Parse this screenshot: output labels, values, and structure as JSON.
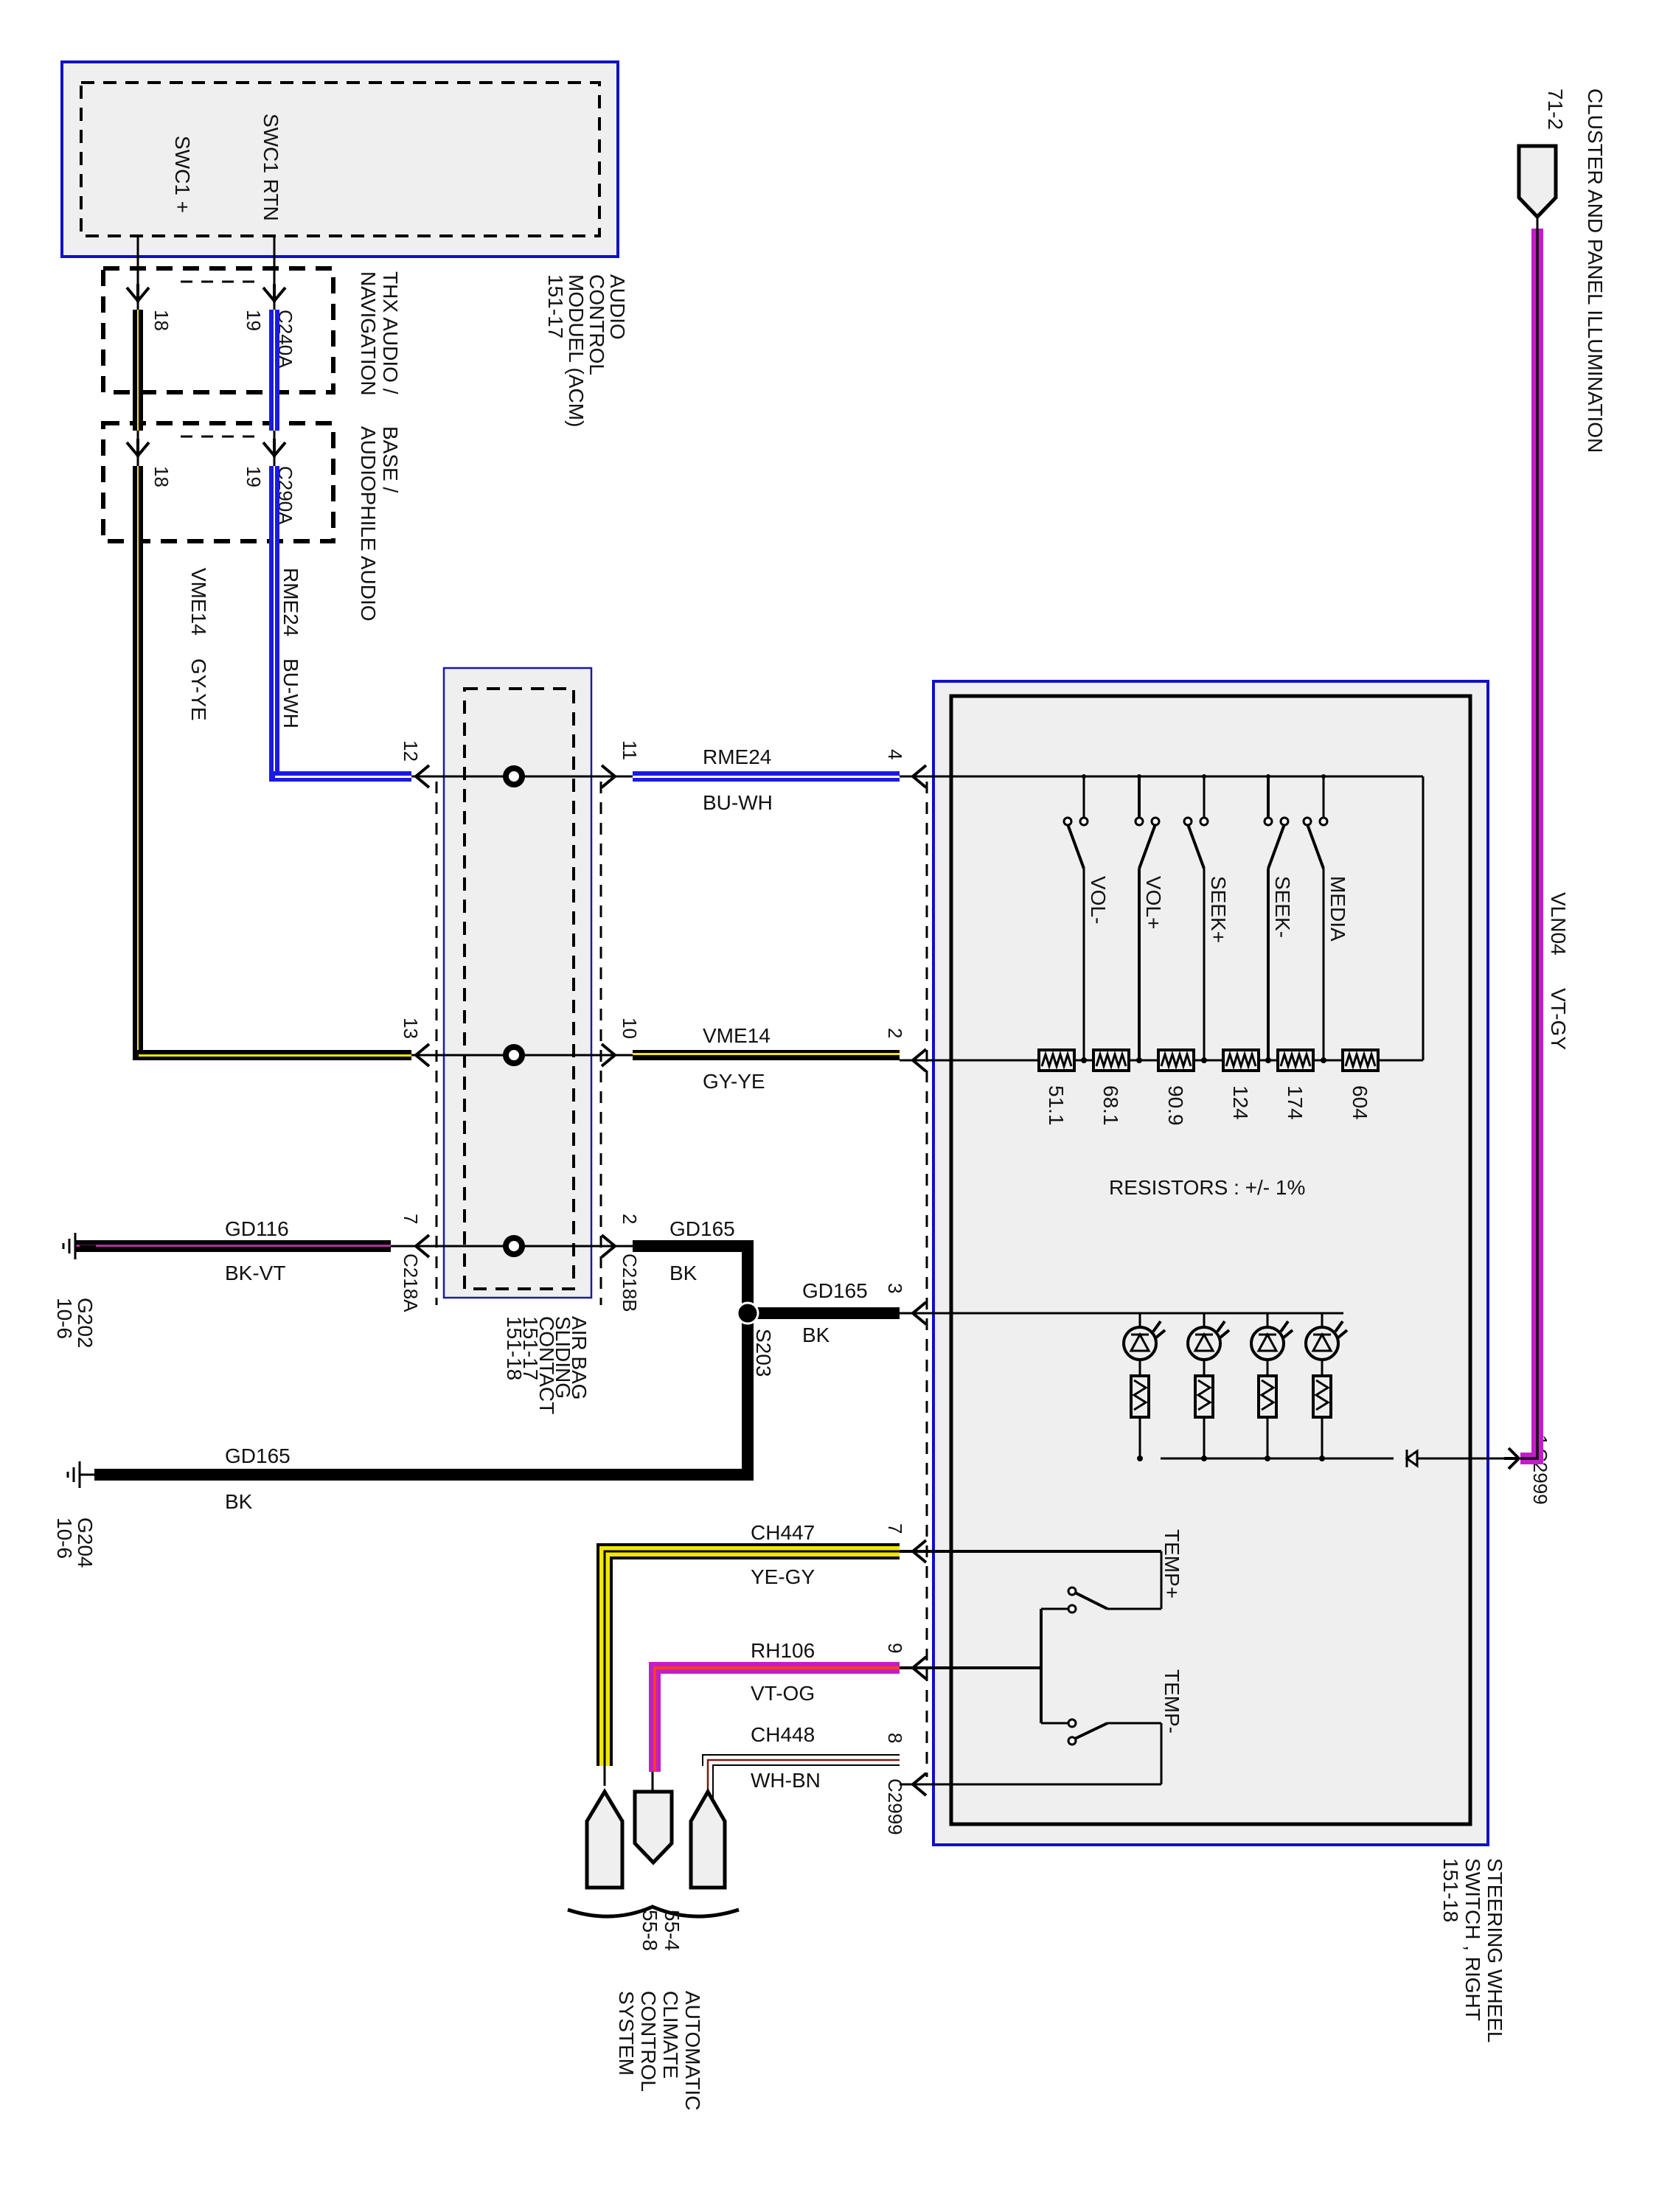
{
  "colors": {
    "module_border": "#1010c8",
    "module_fill": "#efefef",
    "wire_blue": "#1a1ae0",
    "wire_black": "#000000",
    "wire_yellow": "#f2e600",
    "wire_violet": "#c21ec8",
    "wire_magenta": "#e4168c",
    "wire_orange": "#ff3a2a",
    "wire_brown": "#7a1a10"
  },
  "acm": {
    "pin_plus": "SWC1 +",
    "pin_rtn": "SWC1 RTN",
    "title_lines": [
      "AUDIO",
      "CONTROL",
      "MODUEL (ACM)",
      "151-17"
    ]
  },
  "connector_groups": {
    "thx": {
      "lines": [
        "THX AUDIO /",
        "NAVIGATION"
      ],
      "connector": "C240A",
      "pin_a": "18",
      "pin_b": "19"
    },
    "base": {
      "lines": [
        "BASE /",
        "AUDIOPHILE AUDIO"
      ],
      "connector": "C290A",
      "pin_a": "18",
      "pin_b": "19"
    }
  },
  "vertical_wires": {
    "gyye": {
      "circuit": "VME14",
      "color": "GY-YE"
    },
    "buwh": {
      "circuit": "RME24",
      "color": "BU-WH"
    }
  },
  "airbag": {
    "title_lines": [
      "AIR BAG",
      "SLIDING",
      "CONTACT",
      "151-17",
      "151-18"
    ],
    "connector_a": "C218A",
    "connector_b": "C218B",
    "pins": {
      "a12": "12",
      "b11": "11",
      "a13": "13",
      "b10": "10",
      "a7": "7",
      "b2": "2"
    }
  },
  "wires": [
    {
      "circuit": "RME24",
      "color": "BU-WH",
      "pin": "4"
    },
    {
      "circuit": "VME14",
      "color": "GY-YE",
      "pin": "2"
    },
    {
      "circuit": "GD116",
      "color": "BK-VT"
    },
    {
      "circuit": "GD165",
      "color": "BK"
    },
    {
      "circuit": "GD165",
      "color": "BK",
      "pin": "3"
    },
    {
      "circuit": "GD165",
      "color": "BK"
    },
    {
      "circuit": "CH447",
      "color": "YE-GY",
      "pin": "7"
    },
    {
      "circuit": "RH106",
      "color": "VT-OG",
      "pin": "9"
    },
    {
      "circuit": "CH448",
      "color": "WH-BN",
      "pin": "8"
    }
  ],
  "splice": {
    "label": "S203"
  },
  "grounds": [
    {
      "id": "G202",
      "ref": "10-6"
    },
    {
      "id": "G204",
      "ref": "10-6"
    }
  ],
  "switch": {
    "title_lines": [
      "STEERING WHEEL",
      "SWITCH , RIGHT",
      "151-18"
    ],
    "connector": "C2999",
    "illum_pin": "1",
    "buttons": [
      "VOL-",
      "VOL+",
      "SEEK+",
      "SEEK-",
      "MEDIA"
    ],
    "resistors": [
      "51.1",
      "68.1",
      "90.9",
      "124",
      "174",
      "604"
    ],
    "resistor_note": "RESISTORS : +/-  1%",
    "temp_buttons": [
      "TEMP+",
      "TEMP-"
    ],
    "led_count": 4
  },
  "cluster": {
    "lines": [
      "CLUSTER AND PANEL ILLUMINATION",
      "71-2"
    ],
    "wire_circuit": "VLN04",
    "wire_color": "VT-GY"
  },
  "climate": {
    "refs": [
      "55-4",
      "55-8"
    ],
    "lines": [
      "AUTOMATIC",
      "CLIMATE",
      "CONTROL",
      "SYSTEM"
    ]
  }
}
